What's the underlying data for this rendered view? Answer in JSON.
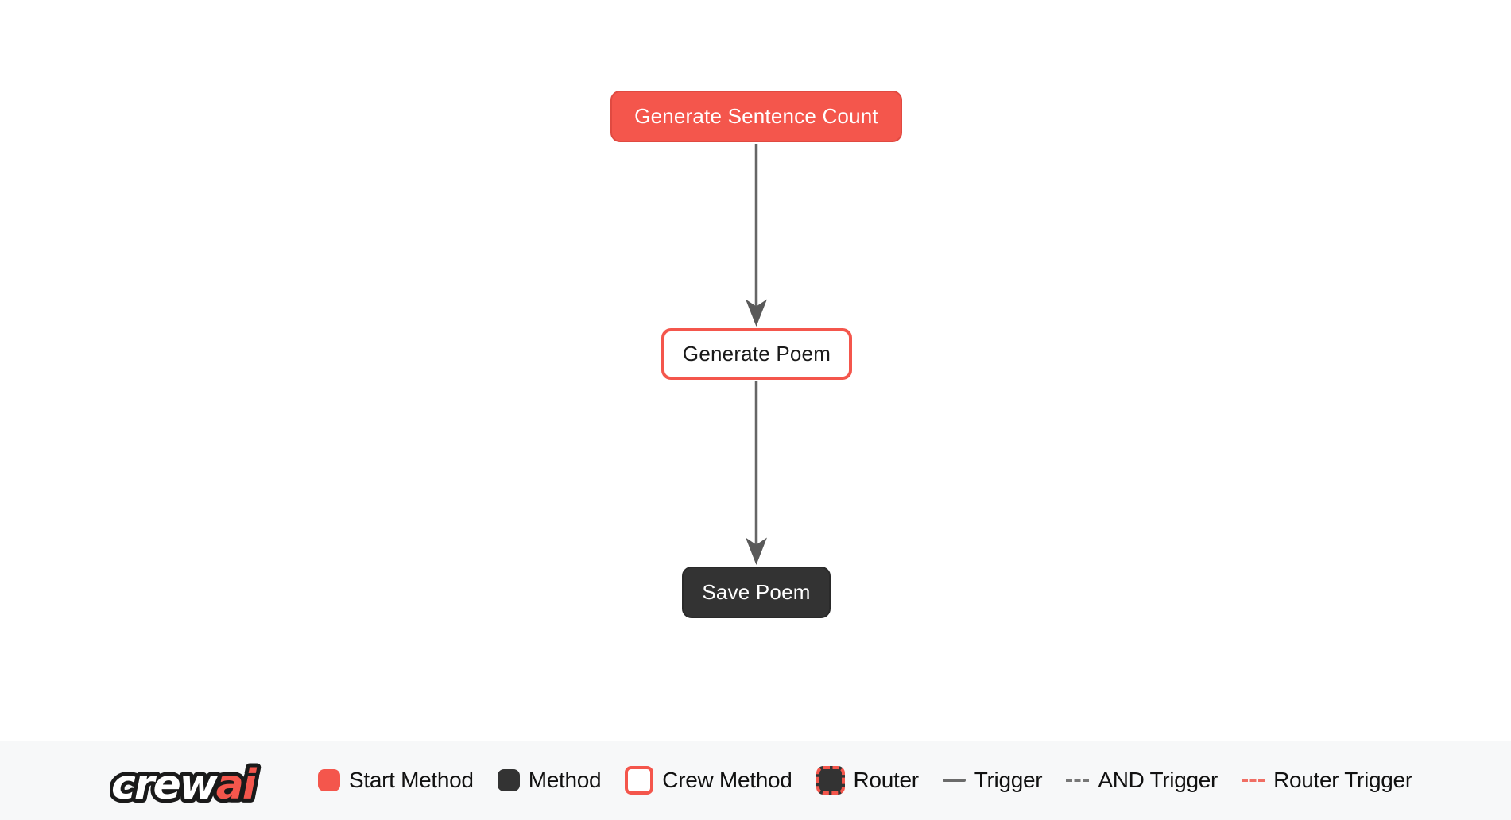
{
  "flow": {
    "nodes": [
      {
        "label": "Generate Sentence Count",
        "type": "start-method"
      },
      {
        "label": "Generate Poem",
        "type": "crew-method"
      },
      {
        "label": "Save Poem",
        "type": "method"
      }
    ],
    "edges": [
      {
        "from": "Generate Sentence Count",
        "to": "Generate Poem",
        "type": "trigger"
      },
      {
        "from": "Generate Poem",
        "to": "Save Poem",
        "type": "trigger"
      }
    ]
  },
  "legend": {
    "logo": {
      "part1": "crew",
      "part2": "ai"
    },
    "items": [
      {
        "label": "Start Method",
        "swatch": "start-method"
      },
      {
        "label": "Method",
        "swatch": "method"
      },
      {
        "label": "Crew Method",
        "swatch": "crew-method"
      },
      {
        "label": "Router",
        "swatch": "router"
      },
      {
        "label": "Trigger",
        "swatch": "trigger-line"
      },
      {
        "label": "AND Trigger",
        "swatch": "and-trigger-line"
      },
      {
        "label": "Router Trigger",
        "swatch": "router-trigger-line"
      }
    ]
  },
  "colors": {
    "accent_red": "#F4564C",
    "dark_node": "#333333",
    "edge_gray": "#666666",
    "arrowhead_gray": "#595959",
    "legend_background": "#F7F8F9",
    "canvas_background": "#FFFFFF"
  }
}
